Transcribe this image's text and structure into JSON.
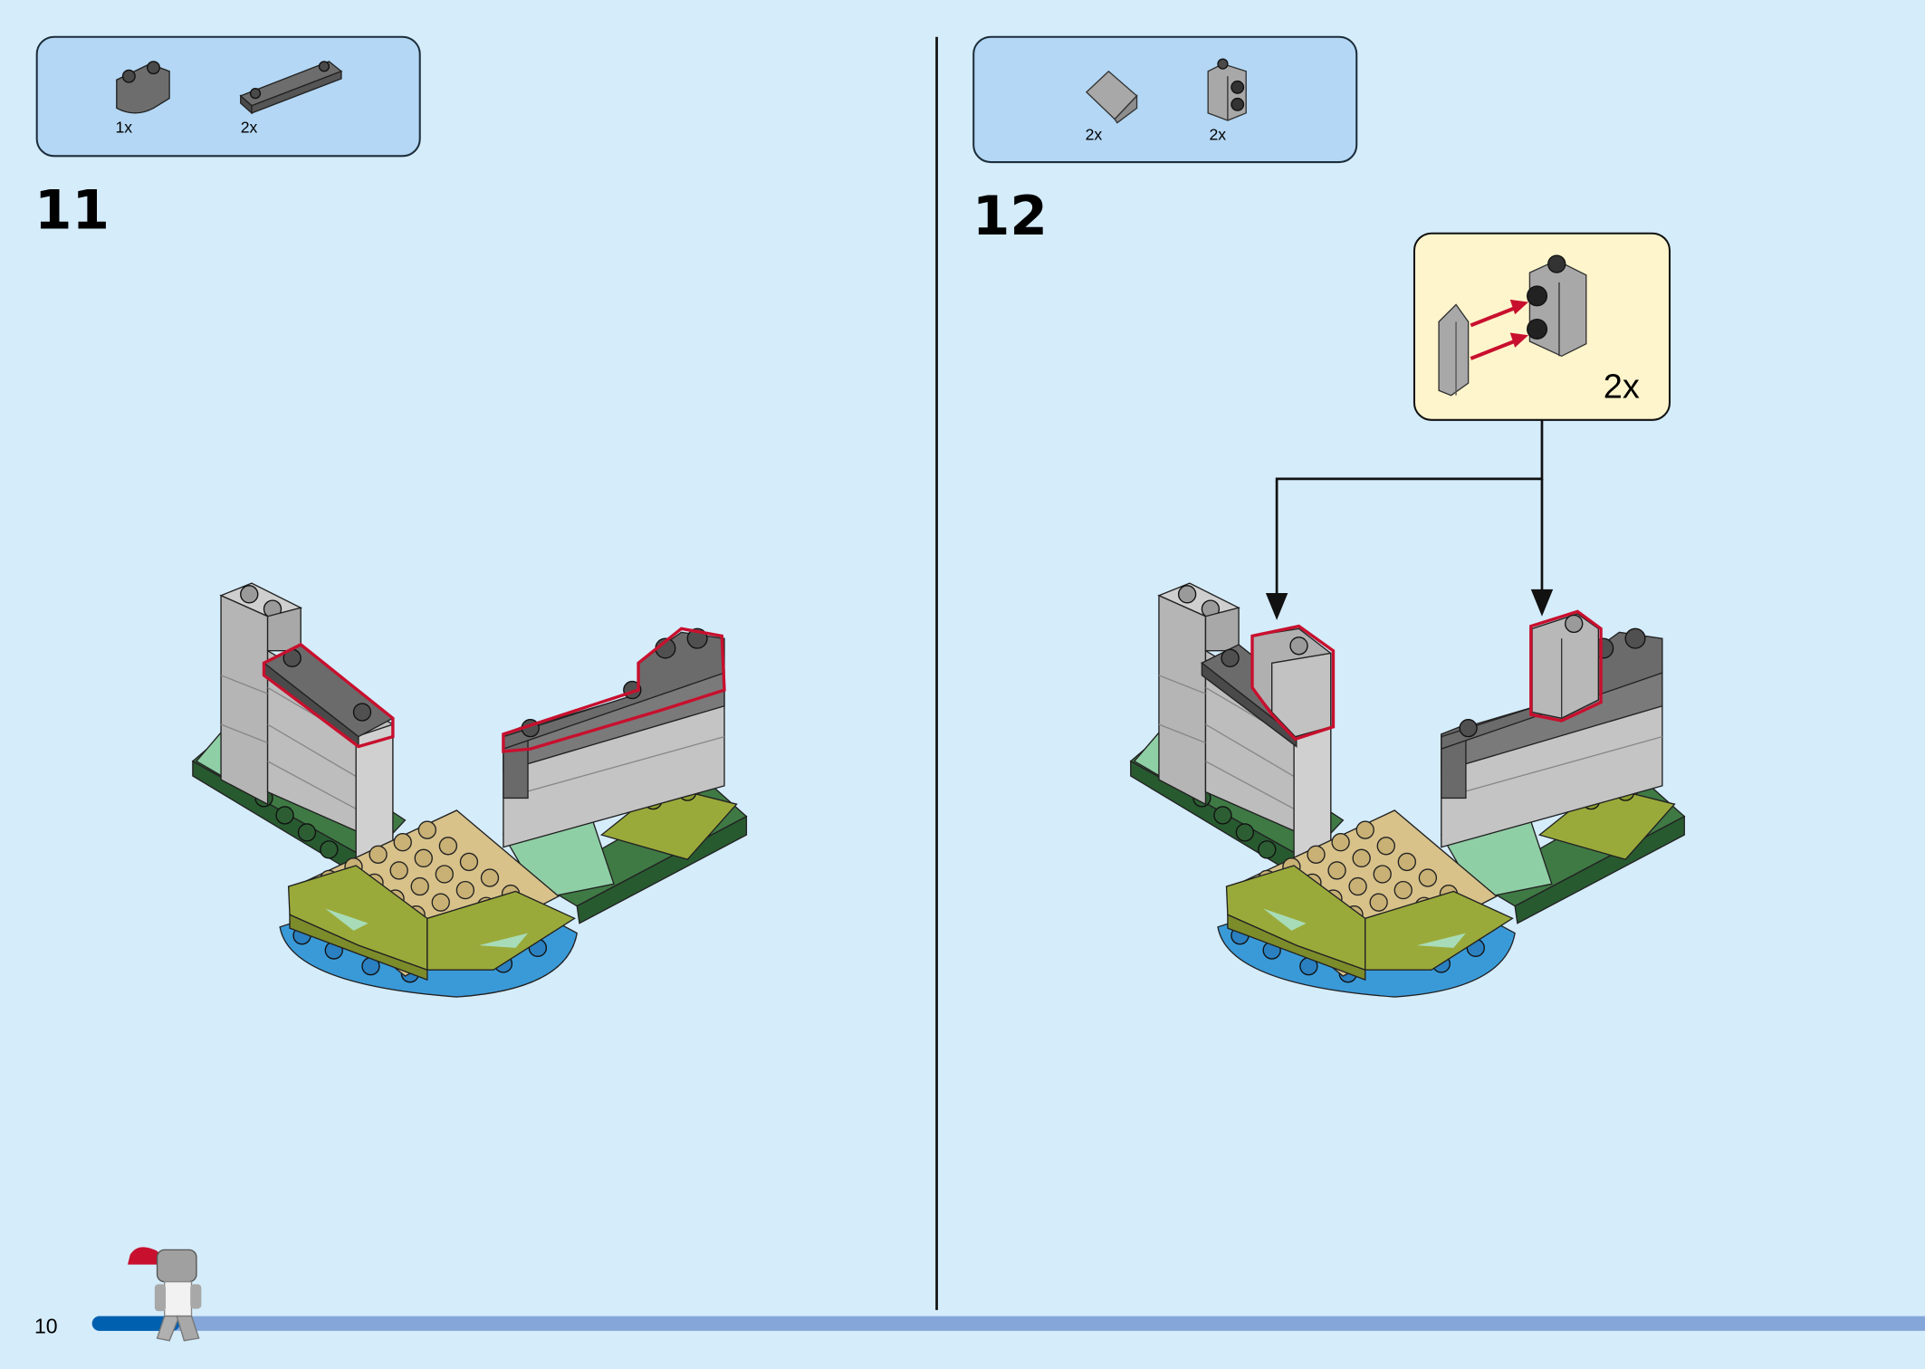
{
  "page_number": "10",
  "progress": {
    "fraction": 0.04,
    "color_done": "#0060b0",
    "color_rest": "#85a6d8"
  },
  "colors": {
    "background": "#d5ecfb",
    "parts_box": "#b3d7f4",
    "callout": "#fff5cc",
    "highlight": "#c8102e"
  },
  "steps": [
    {
      "number": "11",
      "parts": [
        {
          "icon": "round-brick-1x2-dark-gray",
          "qty": "1x"
        },
        {
          "icon": "plate-1x4-dark-gray",
          "qty": "2x"
        }
      ]
    },
    {
      "number": "12",
      "parts": [
        {
          "icon": "tile-slope-light-gray",
          "qty": "2x"
        },
        {
          "icon": "brick-1x1-studs-side-light-gray",
          "qty": "2x"
        }
      ],
      "callout": {
        "qty": "2x"
      }
    }
  ]
}
